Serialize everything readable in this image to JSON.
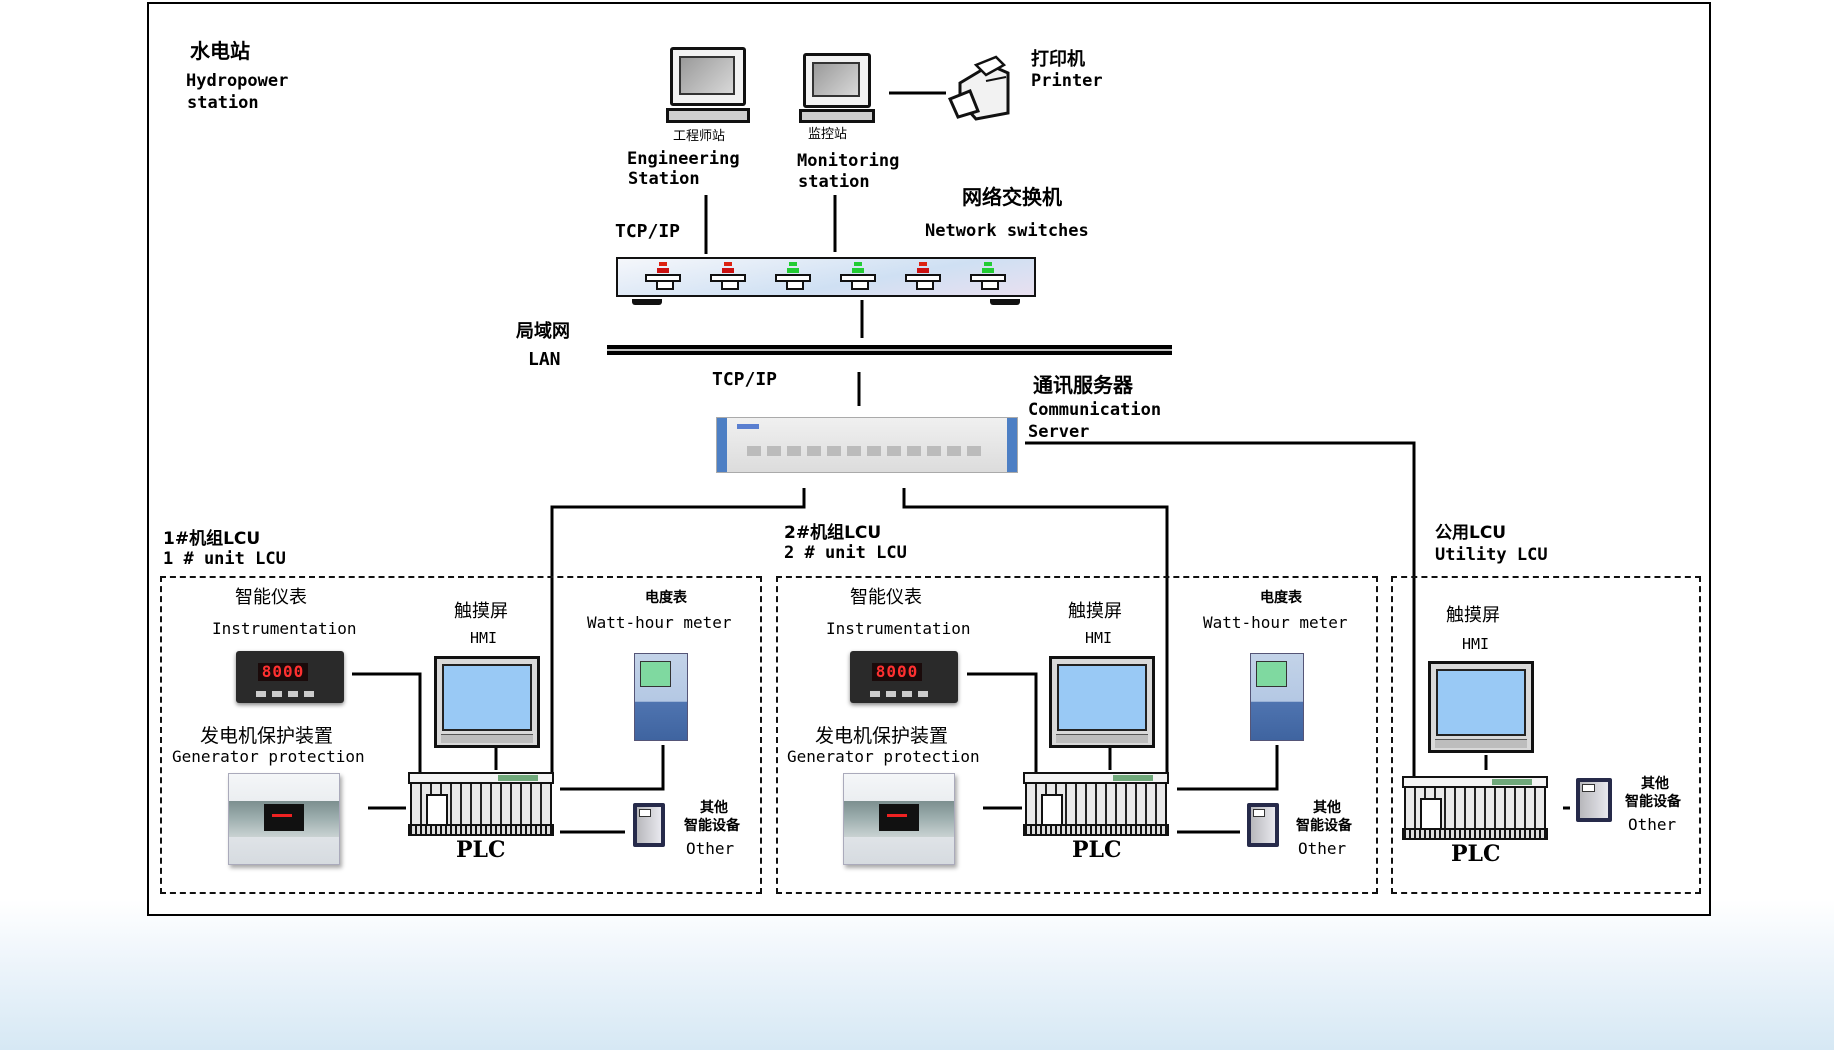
{
  "title": {
    "cn": "水电站",
    "en_line1": "Hydropower",
    "en_line2": "station"
  },
  "stations": {
    "engineering": {
      "cn": "工程师站",
      "en_line1": "Engineering",
      "en_line2": "Station"
    },
    "monitoring": {
      "cn": "监控站",
      "en_line1": "Monitoring",
      "en_line2": "station"
    },
    "printer": {
      "cn": "打印机",
      "en": "Printer"
    }
  },
  "network": {
    "tcpip_top": "TCP/IP",
    "switch_cn": "网络交换机",
    "switch_en": "Network switches",
    "switch_ports": [
      {
        "led": "red"
      },
      {
        "led": "red"
      },
      {
        "led": "green"
      },
      {
        "led": "green"
      },
      {
        "led": "red"
      },
      {
        "led": "green"
      }
    ],
    "lan_cn": "局域网",
    "lan_en": "LAN",
    "tcpip_bottom": "TCP/IP",
    "server_cn": "通讯服务器",
    "server_en_line1": "Communication",
    "server_en_line2": "Server"
  },
  "lcus": [
    {
      "title_cn": "1#机组LCU",
      "title_en": "1 # unit LCU",
      "instrument_cn": "智能仪表",
      "instrument_en": "Instrumentation",
      "instrument_display": "8000",
      "hmi_cn": "触摸屏",
      "hmi_en": "HMI",
      "watt_cn": "电度表",
      "watt_en": "Watt-hour meter",
      "gen_cn": "发电机保护装置",
      "gen_en": "Generator protection",
      "plc": "PLC",
      "other_cn_line1": "其他",
      "other_cn_line2": "智能设备",
      "other_en": "Other"
    },
    {
      "title_cn": "2#机组LCU",
      "title_en": "2 # unit LCU",
      "instrument_cn": "智能仪表",
      "instrument_en": "Instrumentation",
      "instrument_display": "8000",
      "hmi_cn": "触摸屏",
      "hmi_en": "HMI",
      "watt_cn": "电度表",
      "watt_en": "Watt-hour meter",
      "gen_cn": "发电机保护装置",
      "gen_en": "Generator protection",
      "plc": "PLC",
      "other_cn_line1": "其他",
      "other_cn_line2": "智能设备",
      "other_en": "Other"
    },
    {
      "title_cn": "公用LCU",
      "title_en": "Utility LCU",
      "hmi_cn": "触摸屏",
      "hmi_en": "HMI",
      "plc": "PLC",
      "other_cn_line1": "其他",
      "other_cn_line2": "智能设备",
      "other_en": "Other"
    }
  ]
}
